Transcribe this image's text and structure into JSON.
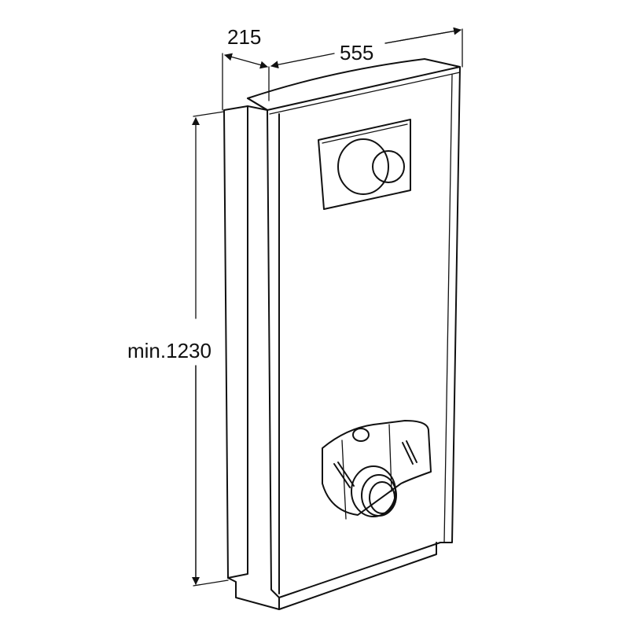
{
  "dimensions": {
    "depth": "215",
    "width": "555",
    "height": "min.1230"
  }
}
